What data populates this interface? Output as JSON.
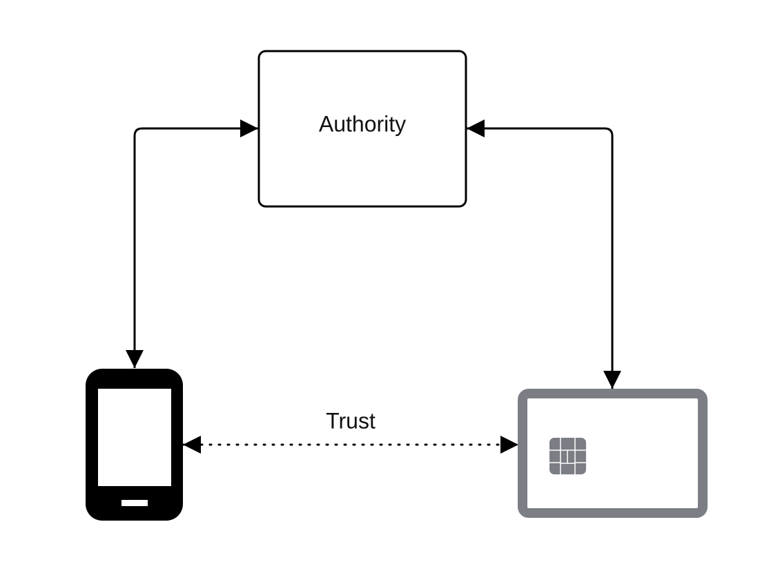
{
  "diagram": {
    "nodes": {
      "authority": {
        "label": "Authority",
        "shape": "rounded-rectangle"
      },
      "phone": {
        "icon": "smartphone-icon"
      },
      "card": {
        "icon": "smart-card-icon"
      }
    },
    "edges": [
      {
        "from": "phone",
        "to": "authority",
        "style": "solid",
        "direction": "bidirectional",
        "label": ""
      },
      {
        "from": "card",
        "to": "authority",
        "style": "solid",
        "direction": "bidirectional",
        "label": ""
      },
      {
        "from": "phone",
        "to": "card",
        "style": "dotted",
        "direction": "bidirectional",
        "label": "Trust"
      }
    ]
  },
  "colors": {
    "stroke": "#000000",
    "phone_body": "#000000",
    "phone_screen": "#ffffff",
    "card_border": "#7b7e84",
    "chip": "#7b7e84"
  }
}
